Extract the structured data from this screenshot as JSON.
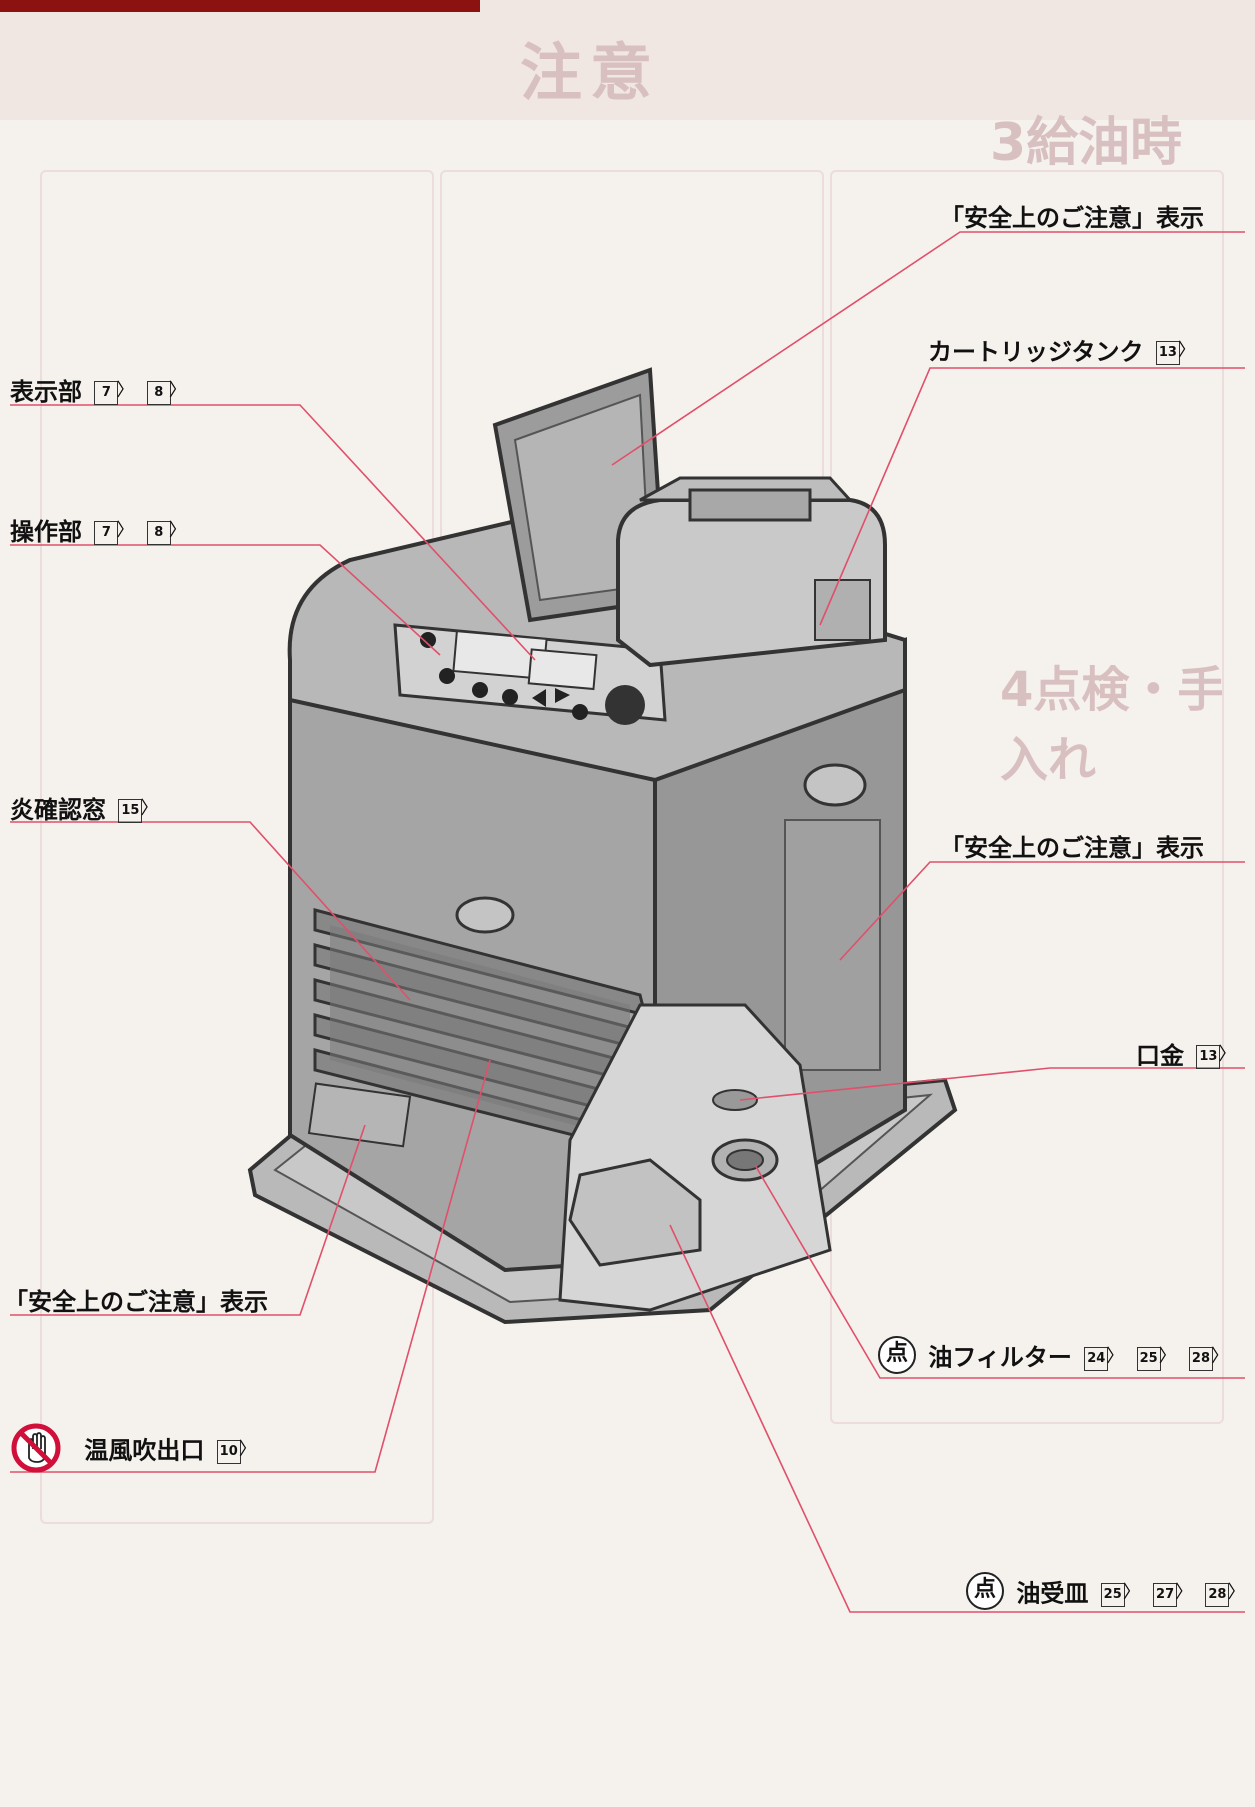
{
  "background_text": {
    "title": "注意",
    "section3": "3給油時",
    "section4": "4点検・手入れ"
  },
  "callouts": {
    "safety_top": {
      "label": "「安全上のご注意」表示"
    },
    "cartridge_tank": {
      "label": "カートリッジタンク",
      "refs": [
        "13"
      ]
    },
    "display": {
      "label": "表示部",
      "refs": [
        "7",
        "8"
      ]
    },
    "controls": {
      "label": "操作部",
      "refs": [
        "7",
        "8"
      ]
    },
    "flame_window": {
      "label": "炎確認窓",
      "refs": [
        "15"
      ]
    },
    "safety_right": {
      "label": "「安全上のご注意」表示"
    },
    "cap": {
      "label": "口金",
      "refs": [
        "13"
      ]
    },
    "safety_left": {
      "label": "「安全上のご注意」表示"
    },
    "oil_filter": {
      "badge": "点",
      "label": "油フィルター",
      "refs": [
        "24",
        "25",
        "28"
      ]
    },
    "warm_air_outlet": {
      "label": "温風吹出口",
      "refs": [
        "10"
      ]
    },
    "oil_tray": {
      "badge": "点",
      "label": "油受皿",
      "refs": [
        "25",
        "27",
        "28"
      ]
    }
  },
  "colors": {
    "leader_line": "#e0506a",
    "header_bar": "#8c1111",
    "heater_body": "#a9a9a9",
    "ghost_text": "#d9c0c0"
  }
}
